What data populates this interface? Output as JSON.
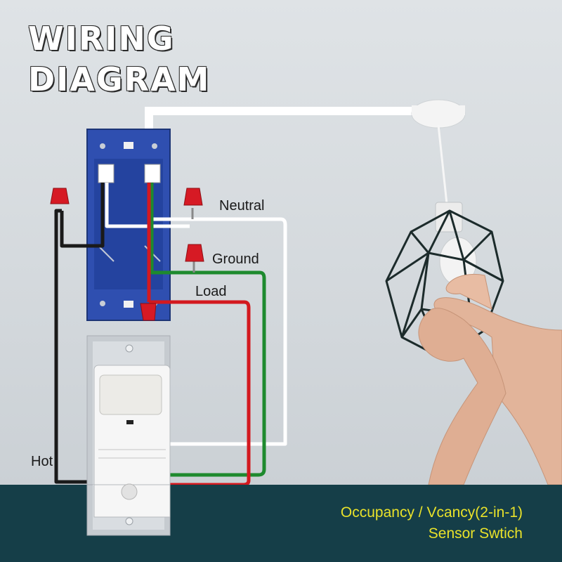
{
  "title": {
    "line1": "WIRING",
    "line2": "DIAGRAM"
  },
  "labels": {
    "neutral": "Neutral",
    "ground": "Ground",
    "load": "Load",
    "hot": "Hot"
  },
  "caption": {
    "line1": "Occupancy / Vcancy(2-in-1)",
    "line2": "Sensor Swtich"
  },
  "colors": {
    "background": "#d9dde0",
    "band": "#153e48",
    "caption": "#e9e22a",
    "box": "#2f4fb0",
    "wire_black": "#1a1a1a",
    "wire_white": "#ffffff",
    "wire_green": "#1e8a2e",
    "wire_red": "#d3191f",
    "wire_nut": "#d61a24"
  },
  "icons": [
    "junction-box",
    "wire-nut",
    "occupancy-sensor-switch",
    "pendant-cage-lamp",
    "ceiling-canopy",
    "hands"
  ]
}
